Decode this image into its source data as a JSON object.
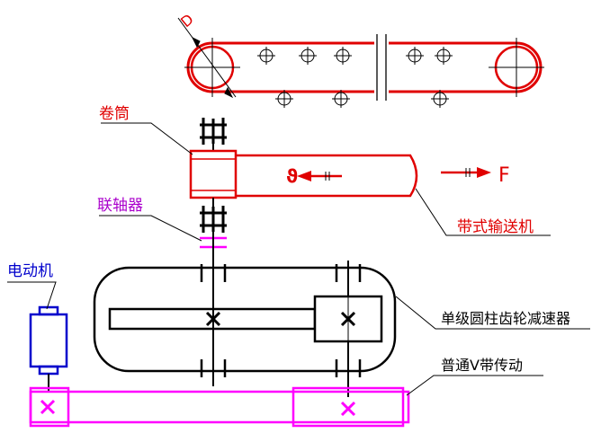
{
  "labels": {
    "diameter": "D",
    "drum": "卷筒",
    "coupling": "联轴器",
    "motor": "电动机",
    "conveyor": "带式输送机",
    "reducer": "单级圆柱齿轮减速器",
    "vbelt": "普通V带传动",
    "velocity": "ϑ",
    "force": "F"
  },
  "colors": {
    "red": "#e00000",
    "black": "#000000",
    "blue": "#0000cc",
    "magenta": "#ff00ff",
    "purple": "#aa00cc"
  }
}
